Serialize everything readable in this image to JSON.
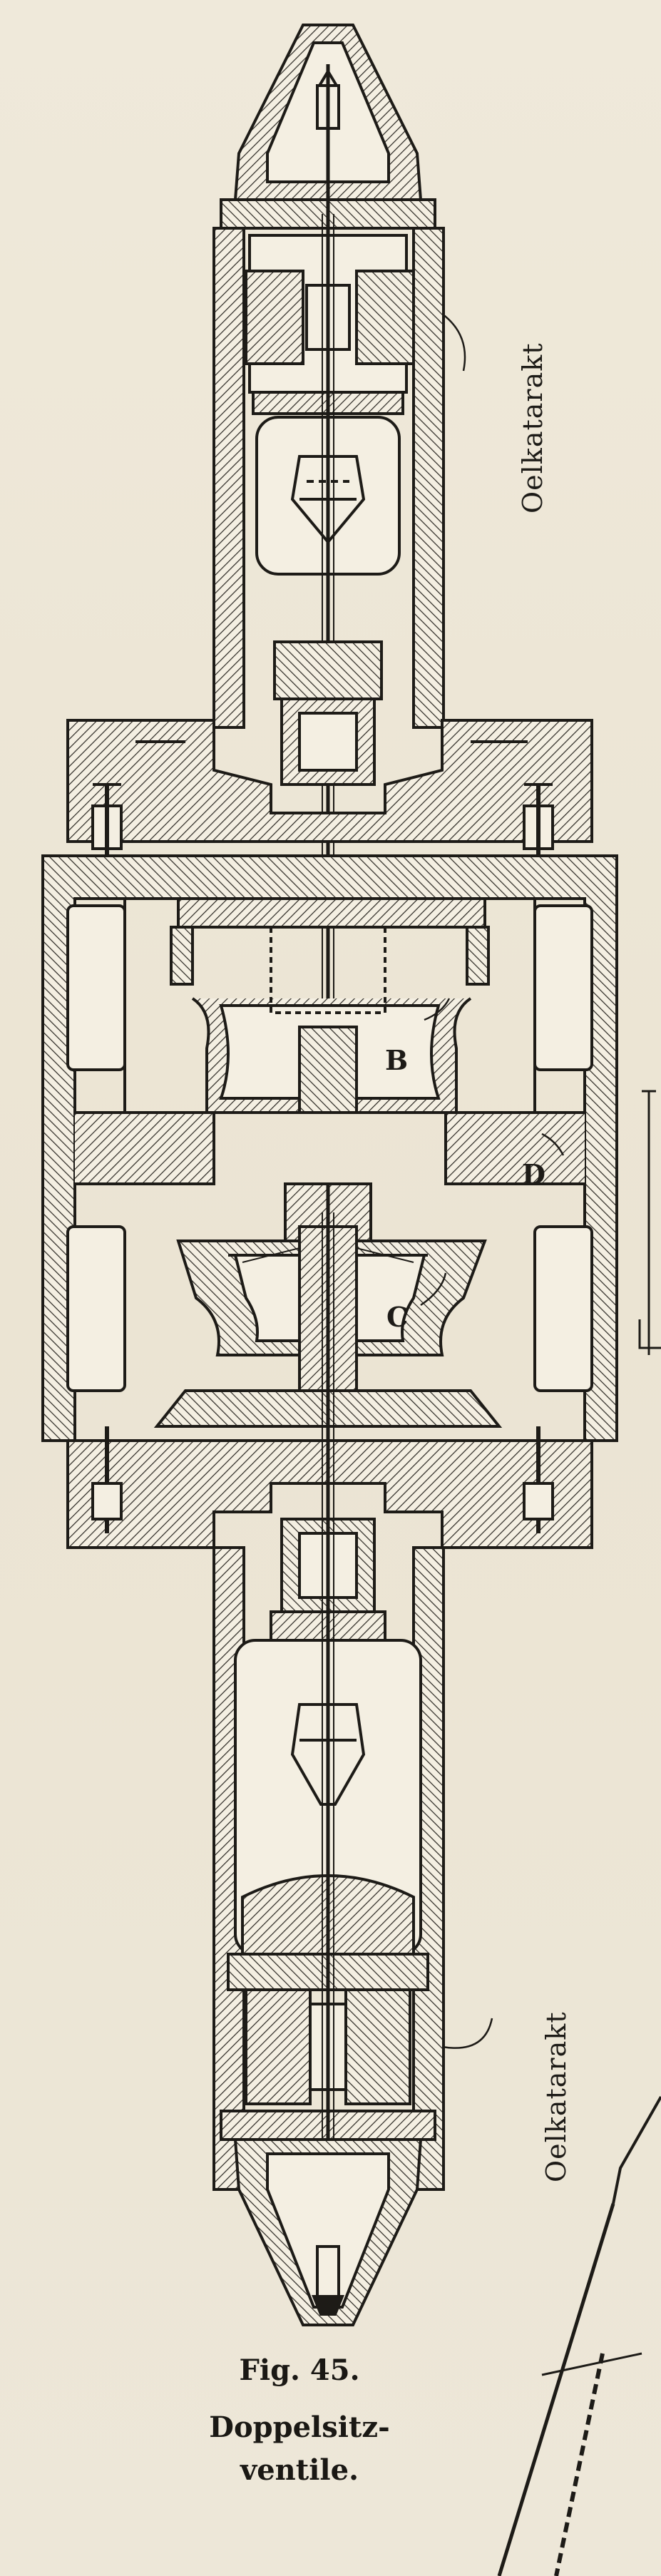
{
  "figure": {
    "number": "Fig. 45.",
    "caption_line1": "Doppelsitz-",
    "caption_line2": "ventile."
  },
  "labels": {
    "top_right": "Oelkatarakt",
    "bottom_right": "Oelkatarakt",
    "b": "B",
    "c": "C",
    "d": "D"
  },
  "colors": {
    "paper": "#ece6d6",
    "ink": "#1d1b17",
    "hatch": "#2a2722"
  }
}
